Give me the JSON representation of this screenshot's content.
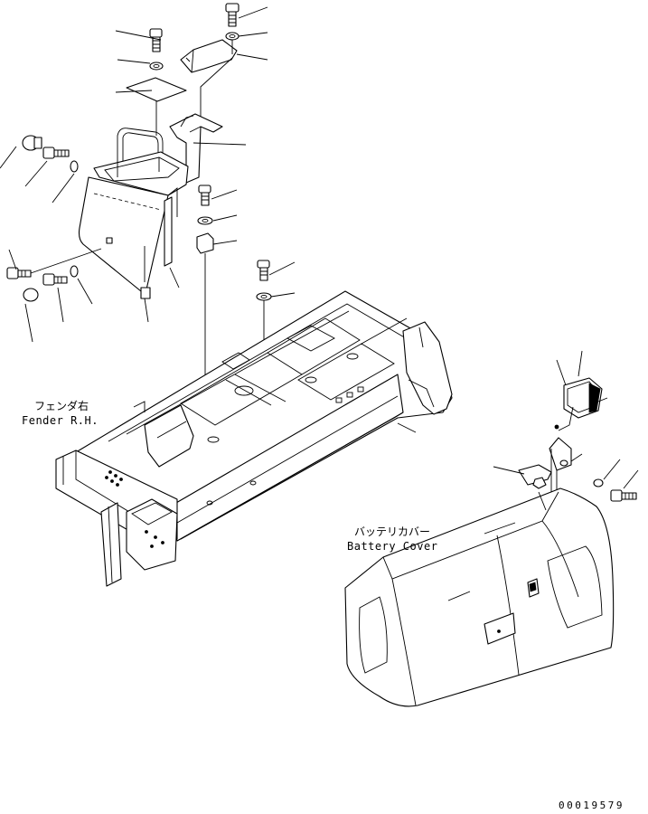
{
  "labels": {
    "fender_jp": "フェンダ右",
    "fender_en": "Fender R.H.",
    "battery_jp": "バッテリカバー",
    "battery_en": "Battery Cover"
  },
  "drawing_code": "00019579"
}
